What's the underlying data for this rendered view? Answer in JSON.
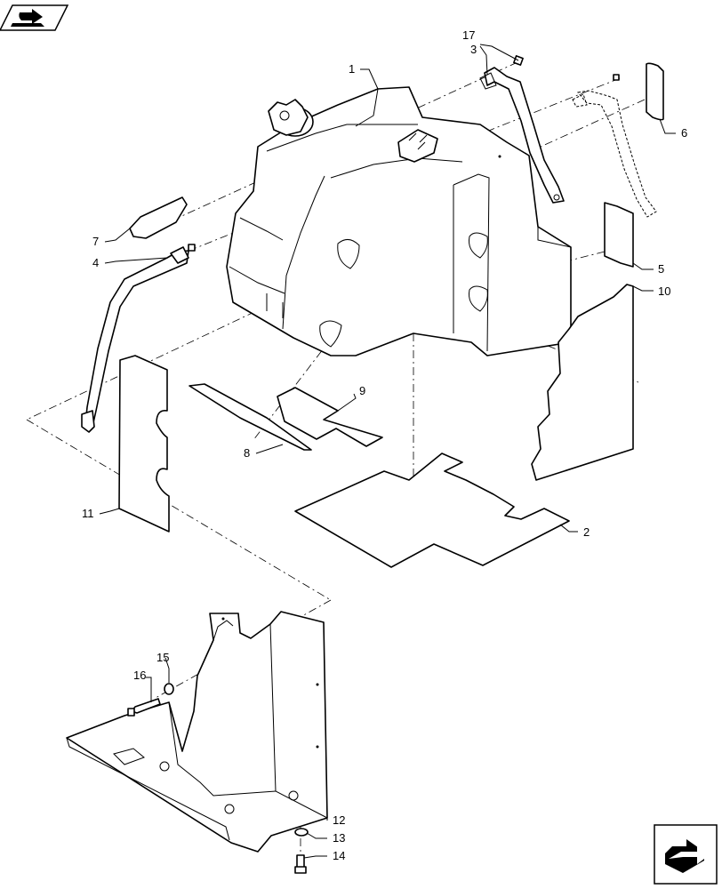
{
  "callouts": [
    {
      "id": "1",
      "label": "1"
    },
    {
      "id": "2",
      "label": "2"
    },
    {
      "id": "3",
      "label": "3"
    },
    {
      "id": "4",
      "label": "4"
    },
    {
      "id": "5",
      "label": "5"
    },
    {
      "id": "6",
      "label": "6"
    },
    {
      "id": "7",
      "label": "7"
    },
    {
      "id": "8",
      "label": "8"
    },
    {
      "id": "9",
      "label": "9"
    },
    {
      "id": "10",
      "label": "10"
    },
    {
      "id": "11",
      "label": "11"
    },
    {
      "id": "12",
      "label": "12"
    },
    {
      "id": "13",
      "label": "13"
    },
    {
      "id": "14",
      "label": "14"
    },
    {
      "id": "15",
      "label": "15"
    },
    {
      "id": "16",
      "label": "16"
    },
    {
      "id": "17",
      "label": "17"
    }
  ],
  "icons": {
    "top_left": "book-arrow-icon",
    "bottom_right": "next-page-arrow-icon"
  }
}
